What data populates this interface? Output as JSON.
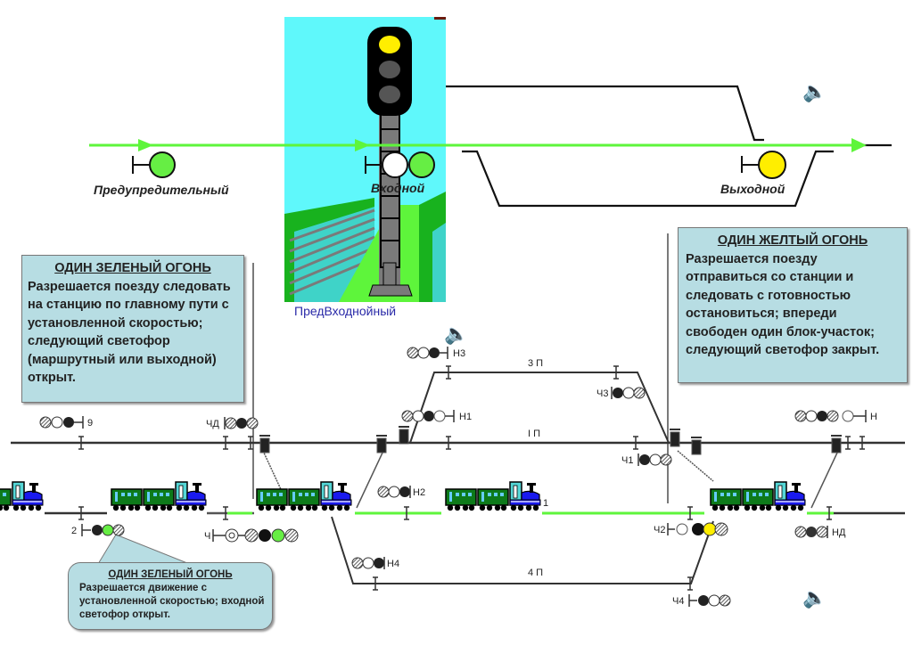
{
  "top_scene": {
    "warning_signal_label": "Предупредительный",
    "entry_signal_label": "Входной",
    "exit_signal_label": "Выходной",
    "picture_caption_overlap": "ПредВходнойный",
    "colors": {
      "green_route": "#5ef53b",
      "signal_green": "#66ee44",
      "signal_yellow": "#ffee00",
      "picture_sky": "#5ff8fb"
    }
  },
  "notes": {
    "green_entry": {
      "title": "ОДИН ЗЕЛЕНЫЙ ОГОНЬ",
      "text": "Разрешается поезду следовать на станцию по главному пути с установленной скоростью; следующий светофор (маршрутный или выходной) открыт."
    },
    "yellow_exit": {
      "title": "ОДИН ЖЕЛТЫЙ ОГОНЬ",
      "text": "Разрешается поезду отправиться со станции и следовать с готовностью остановиться; впереди свободен один блок-участок; следующий светофор закрыт."
    },
    "green_warning": {
      "title": "ОДИН ЗЕЛЕНЫЙ ОГОНЬ",
      "text": "Разрешается движение с установленной скоростью; входной светофор открыт."
    }
  },
  "station": {
    "track_labels": [
      "3 П",
      "I П",
      "4 П",
      "1"
    ],
    "signal_labels": {
      "s9": "9",
      "chd": "ЧД",
      "h3": "Н3",
      "h1": "Н1",
      "h2": "Н2",
      "h4": "Н4",
      "ch3": "Ч3",
      "ch1": "Ч1",
      "ch2": "Ч2",
      "ch4": "Ч4",
      "ch": "Ч",
      "s2": "2",
      "h": "Н",
      "hd": "НД"
    }
  },
  "icons": [
    "speaker-icon",
    "speaker-icon",
    "speaker-icon"
  ]
}
